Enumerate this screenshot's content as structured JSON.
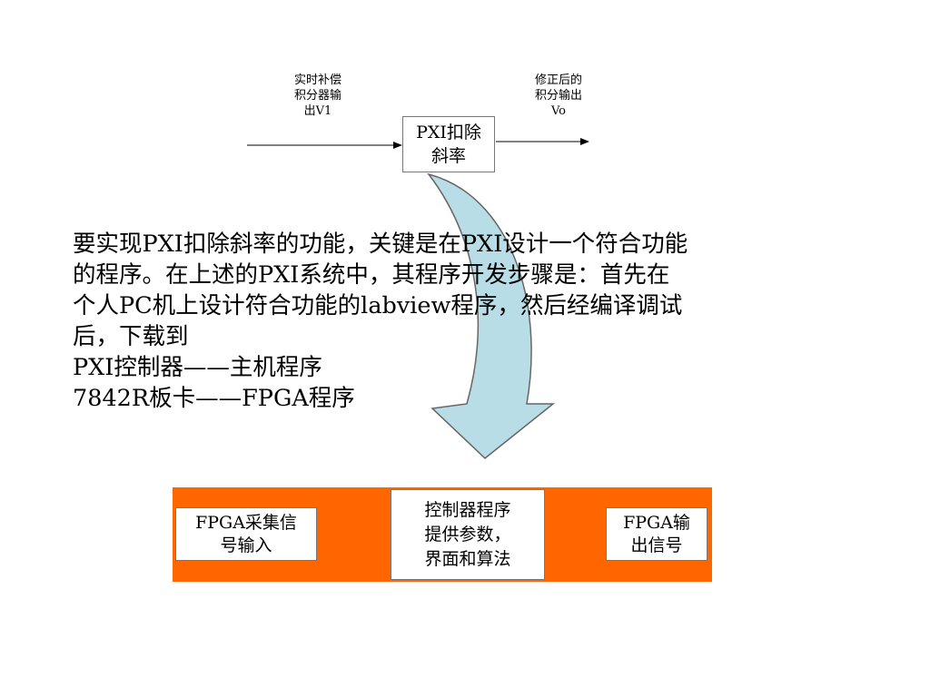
{
  "top_flow": {
    "input_label": "实时补偿\n积分器输\n出V1",
    "output_label": "修正后的\n积分输出\nVo",
    "process_label": "PXI扣除\n斜率"
  },
  "description": {
    "text": "要实现PXI扣除斜率的功能，关键是在PXI设计一个符合功能\n的程序。在上述的PXI系统中，其程序开发步骤是：首先在\n个人PC机上设计符合功能的labview程序，然后经编译调试\n后，下载到\nPXI控制器——主机程序\n7842R板卡——FPGA程序"
  },
  "bottom_flow": {
    "stage1": "FPGA采集信\n号输入",
    "stage2": "控制器程序\n提供参数，\n界面和算法",
    "stage3": "FPGA输\n出信号"
  },
  "colors": {
    "band": "#ff6600",
    "curved_arrow_fill": "#b9dde6",
    "curved_arrow_outline": "#666666"
  }
}
